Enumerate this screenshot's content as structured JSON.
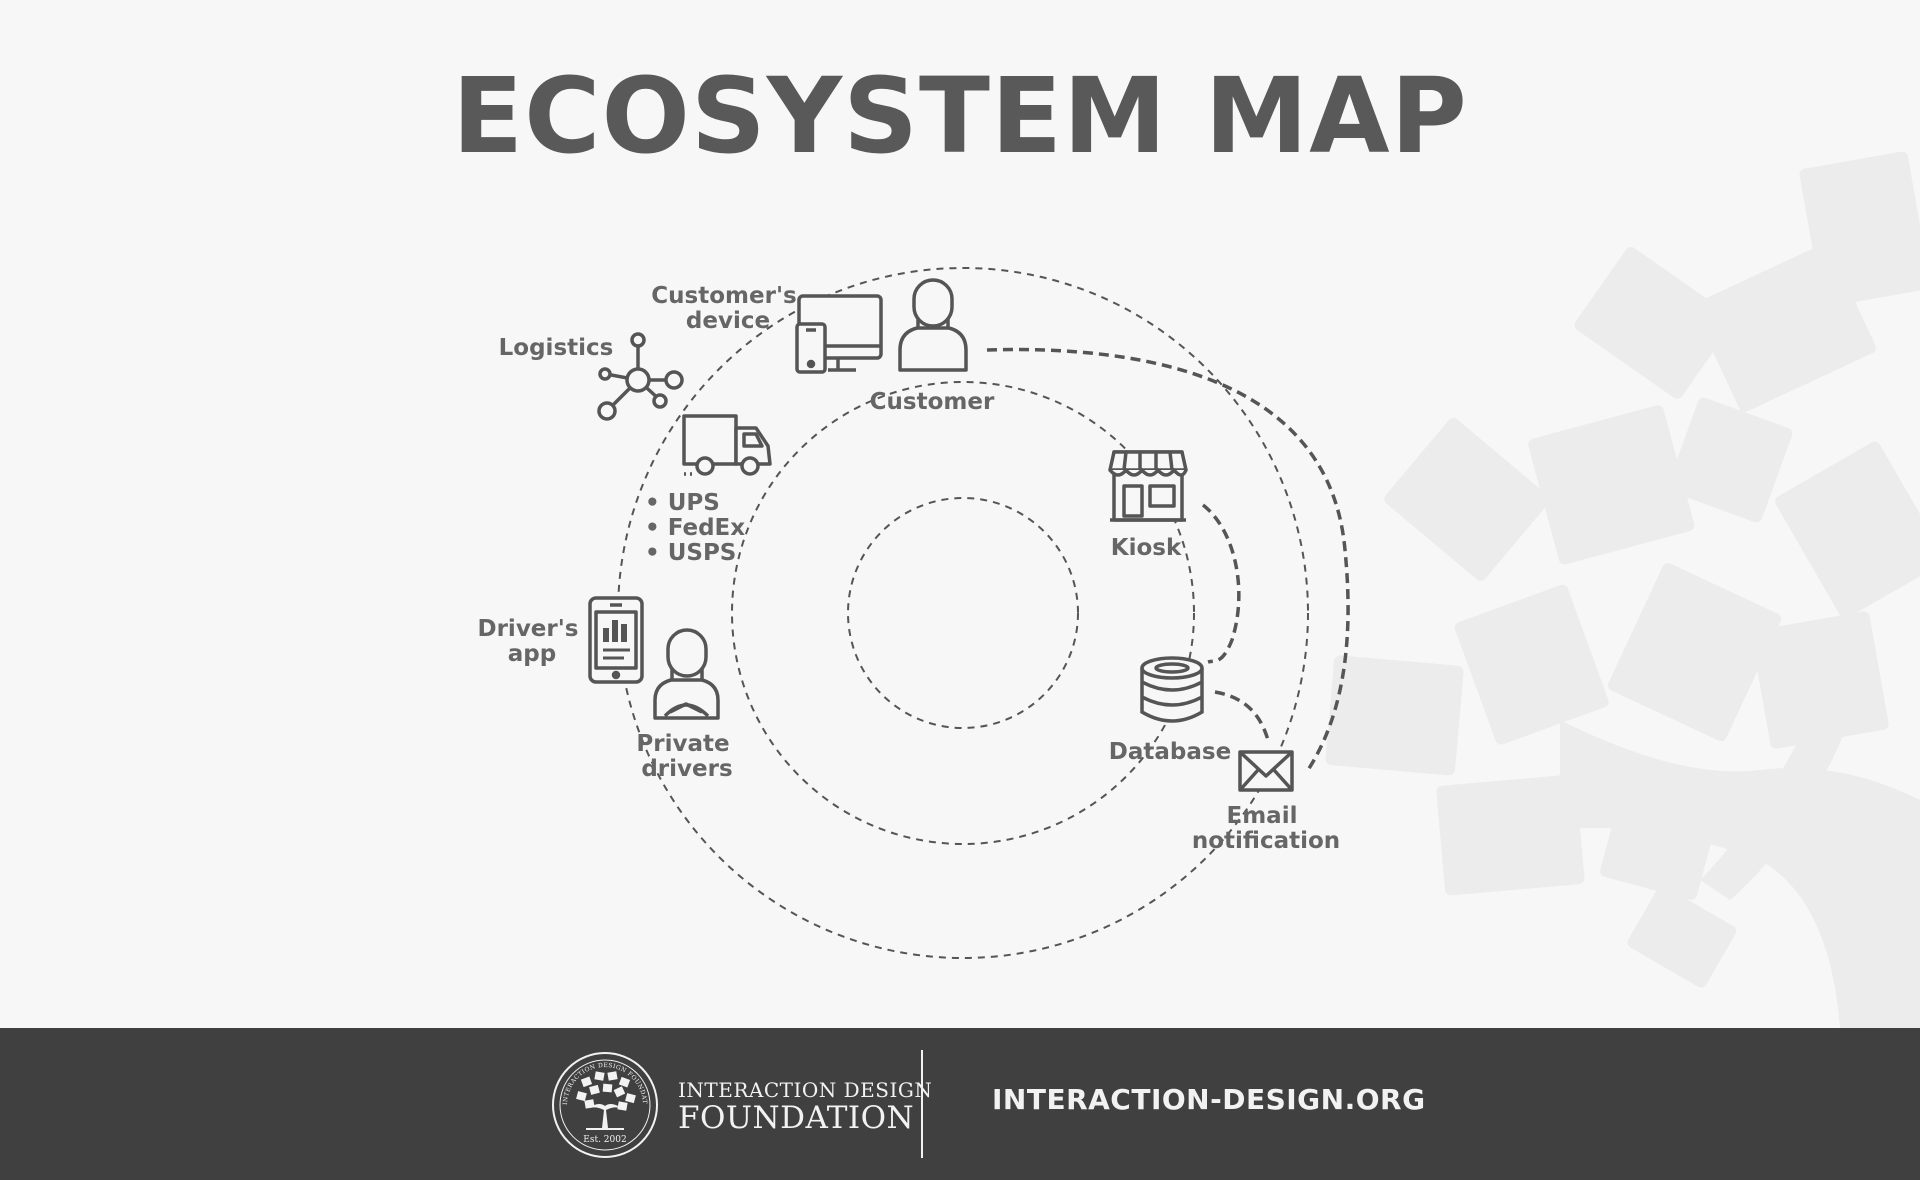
{
  "title": "ECOSYSTEM MAP",
  "nodes": {
    "customers_device": {
      "line1": "Customer's",
      "line2": "device"
    },
    "customer": {
      "label": "Customer"
    },
    "logistics": {
      "label": "Logistics"
    },
    "carriers": [
      "• UPS",
      "• FedEx",
      "• USPS"
    ],
    "drivers_app": {
      "line1": "Driver's",
      "line2": "app"
    },
    "private_drivers": {
      "line1": "Private",
      "line2": "drivers"
    },
    "kiosk": {
      "label": "Kiosk"
    },
    "database": {
      "label": "Database"
    },
    "email": {
      "line1": "Email",
      "line2": "notification"
    }
  },
  "footer": {
    "org_line1": "INTERACTION DESIGN",
    "org_line2": "FOUNDATION",
    "seal_est": "Est. 2002",
    "seal_ring": "INTERACTION DESIGN FOUNDATION",
    "site": "INTERACTION-DESIGN.ORG"
  }
}
